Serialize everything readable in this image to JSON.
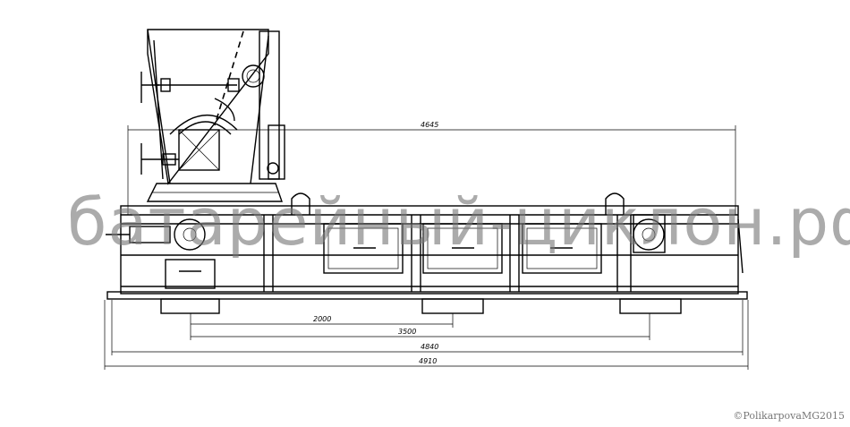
{
  "dimensions": {
    "top": "4645",
    "d2000": "2000",
    "d3500": "3500",
    "d4840": "4840",
    "d4910": "4910"
  },
  "watermark": "батарейный-циклон.рф",
  "copyright": "©PolikarpovaMG2015"
}
